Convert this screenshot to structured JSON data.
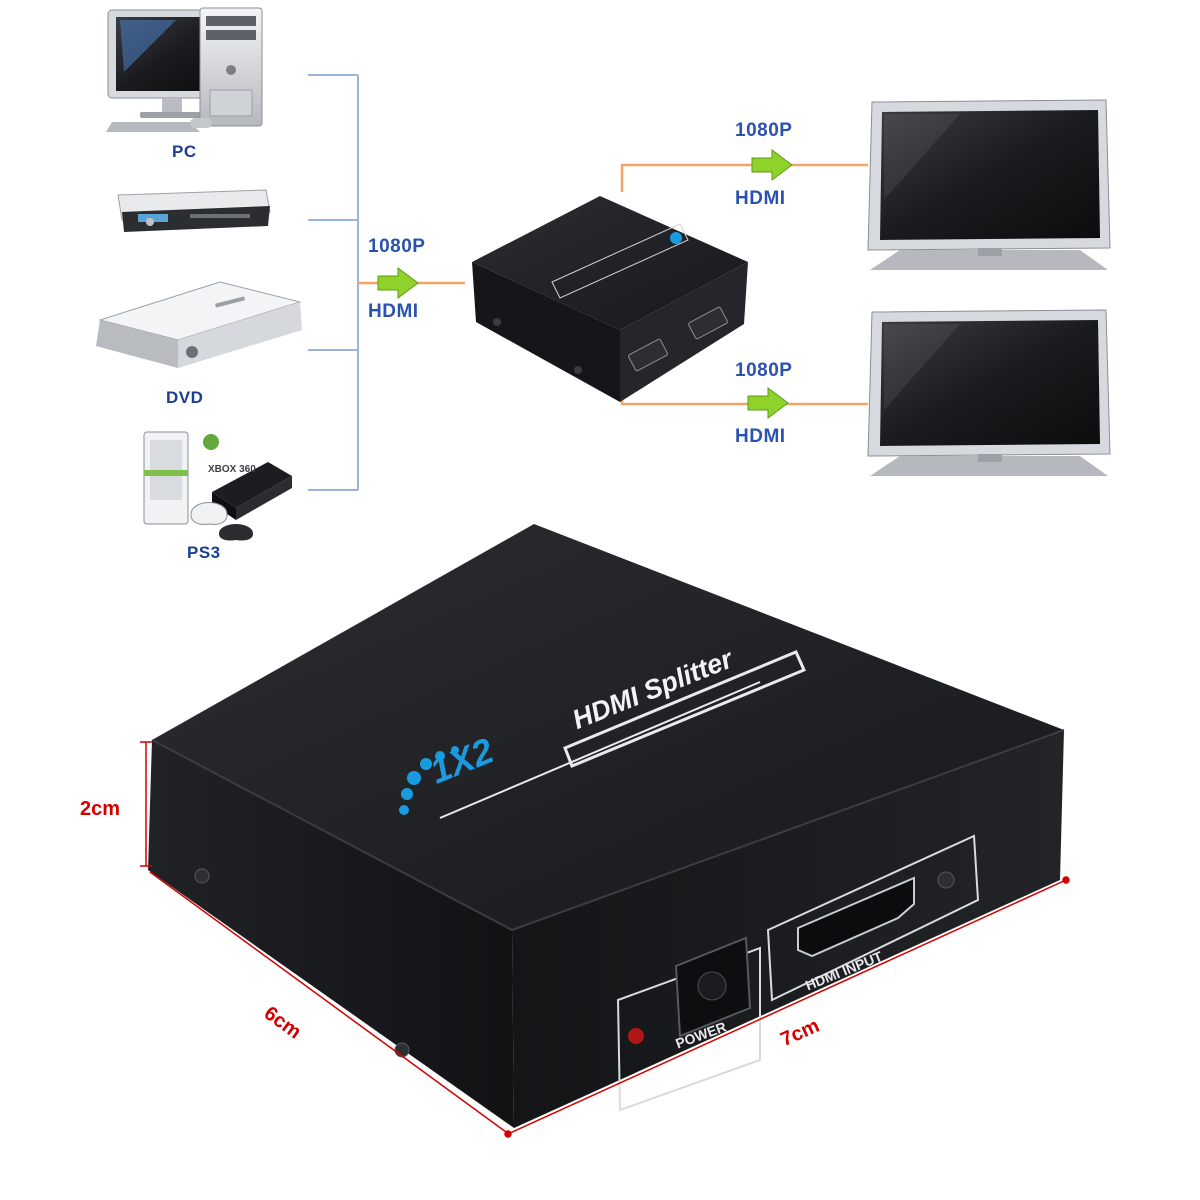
{
  "sources": [
    {
      "label": "PC",
      "icon": "pc-tower-monitor-icon"
    },
    {
      "label": "",
      "icon": "set-top-box-icon"
    },
    {
      "label": "DVD",
      "icon": "dvd-player-icon"
    },
    {
      "label": "PS3",
      "icon": "game-consoles-icon"
    }
  ],
  "console_brand": "XBOX 360",
  "input_signal": {
    "resolution": "1080P",
    "interface": "HDMI"
  },
  "outputs": [
    {
      "resolution": "1080P",
      "interface": "HDMI"
    },
    {
      "resolution": "1080P",
      "interface": "HDMI"
    }
  ],
  "device": {
    "brand_text": "1X2",
    "product_text": "HDMI Splitter",
    "port_labels": {
      "power": "POWER",
      "hdmi_input": "HDMI INPUT"
    }
  },
  "dimensions": {
    "height": "2cm",
    "depth": "6cm",
    "width": "7cm"
  },
  "colors": {
    "link_blue": "#9bb3d8",
    "link_orange": "#f2a566",
    "arrow_green": "#8ed22a",
    "label_navy": "#1d3f8f",
    "signal_blue": "#2a52b0",
    "dimension_red": "#d40000",
    "device_black": "#1f2125",
    "logo_blue": "#1a9be0"
  }
}
